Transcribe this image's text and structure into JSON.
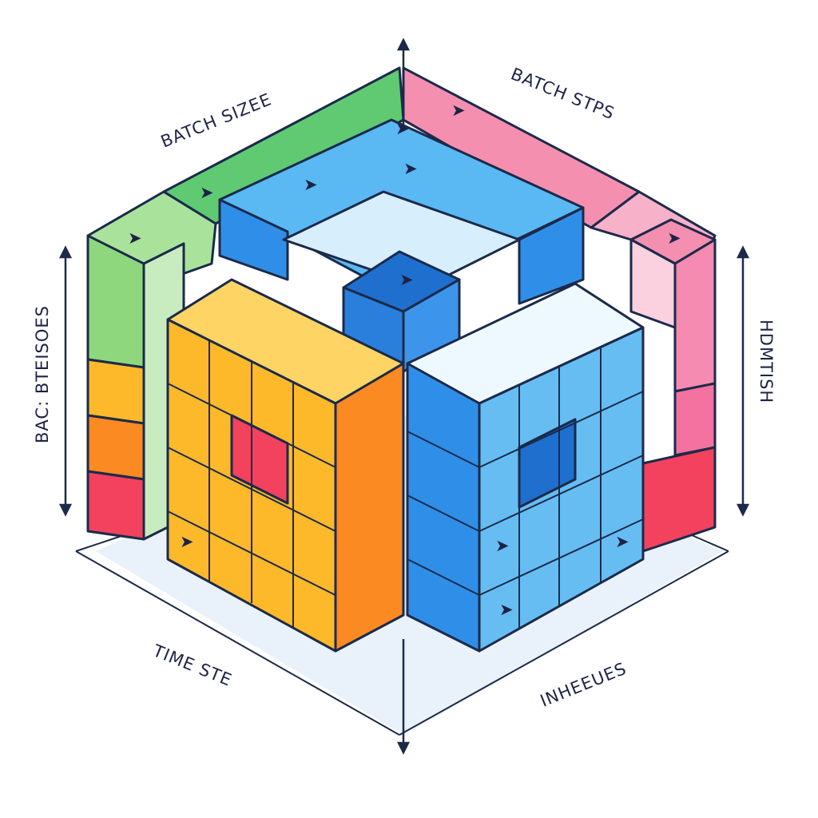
{
  "labels": {
    "top_left": "BATCH SIZEE",
    "top_right": "BATCH STPS",
    "left_vertical": "BAC: BTEISOES",
    "right_vertical": "HDMTISH",
    "bottom_left": "TIME STE",
    "bottom_right": "INHEEUES"
  },
  "colors": {
    "green": "#5fca72",
    "pink": "#f48fb0",
    "blue": "#2f8fe8",
    "light_blue": "#bfe4fb",
    "yellow": "#fdcf3c",
    "orange": "#fb8a23",
    "red": "#f2425e",
    "outline": "#1b2a4a",
    "floor": "#dbe9f7"
  },
  "glyphs": {
    "arrow_mark": "➤"
  }
}
